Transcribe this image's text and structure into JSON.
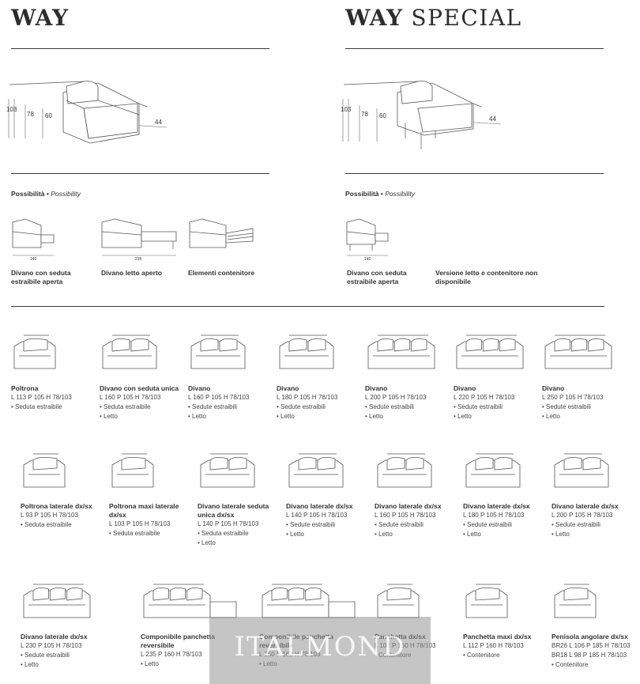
{
  "left": {
    "title_bold": "WAY",
    "dims": {
      "h_total": "103",
      "h_back": "78",
      "h_arm": "60",
      "h_seat": "44"
    },
    "possibility": {
      "it": "Possibilità",
      "sep": " • ",
      "en": "Possibility"
    },
    "options": [
      {
        "label": "Divano con seduta estraibile aperta",
        "measure": "140"
      },
      {
        "label": "Divano letto aperto",
        "measure": "235"
      },
      {
        "label": "Elementi contenitore",
        "measure": ""
      }
    ]
  },
  "right": {
    "title_bold": "WAY",
    "title_light": " SPECIAL",
    "dims": {
      "h_total": "103",
      "h_back": "78",
      "h_arm": "60",
      "h_seat": "44"
    },
    "possibility": {
      "it": "Possibilità",
      "sep": " • ",
      "en": "Possibility"
    },
    "options": [
      {
        "label": "Divano con seduta estraibile aperta",
        "measure": "140"
      },
      {
        "label": "Versione letto e contenitore non disponibile",
        "measure": ""
      }
    ]
  },
  "rows": [
    [
      {
        "name": "Poltrona",
        "dims": "L 113 P 105 H 78/103",
        "features": [
          "Seduta estraibile"
        ],
        "seats": 1
      },
      {
        "name": "Divano con seduta unica",
        "dims": "L 160 P 105 H 78/103",
        "features": [
          "Seduta estraibile",
          "Letto"
        ],
        "seats": 2
      },
      {
        "name": "Divano",
        "dims": "L 160 P 105 H 78/103",
        "features": [
          "Sedute estraibili",
          "Letto"
        ],
        "seats": 2
      },
      {
        "name": "Divano",
        "dims": "L 180 P 105 H 78/103",
        "features": [
          "Sedute estraibili",
          "Letto"
        ],
        "seats": 2
      },
      {
        "name": "Divano",
        "dims": "L 200 P 105 H 78/103",
        "features": [
          "Sedute estraibili",
          "Letto"
        ],
        "seats": 3
      },
      {
        "name": "Divano",
        "dims": "L 220 P 105 H 78/103",
        "features": [
          "Sedute estraibili",
          "Letto"
        ],
        "seats": 3
      },
      {
        "name": "Divano",
        "dims": "L 250 P 105 H 78/103",
        "features": [
          "Sedute estraibili",
          "Letto"
        ],
        "seats": 3
      }
    ],
    [
      {
        "name": "Poltrona laterale dx/sx",
        "dims": "L 93 P 105 H 78/103",
        "features": [
          "Seduta estraibile"
        ],
        "seats": 1
      },
      {
        "name": "Poltrona maxi laterale dx/sx",
        "dims": "L 103 P 105 H 78/103",
        "features": [
          "Seduta estraibile"
        ],
        "seats": 1
      },
      {
        "name": "Divano laterale seduta unica dx/sx",
        "dims": "L 140 P 105 H 78/103",
        "features": [
          "Seduta estraibile",
          "Letto"
        ],
        "seats": 2
      },
      {
        "name": "Divano laterale dx/sx",
        "dims": "L 140 P 105 H 78/103",
        "features": [
          "Sedute estraibili",
          "Letto"
        ],
        "seats": 2
      },
      {
        "name": "Divano laterale dx/sx",
        "dims": "L 160 P 105 H 78/103",
        "features": [
          "Sedute estraibili",
          "Letto"
        ],
        "seats": 2
      },
      {
        "name": "Divano laterale dx/sx",
        "dims": "L 180 P 105 H 78/103",
        "features": [
          "Sedute estraibili",
          "Letto"
        ],
        "seats": 2
      },
      {
        "name": "Divano laterale dx/sx",
        "dims": "L 200 P 105 H 78/103",
        "features": [
          "Sedute estraibili",
          "Letto"
        ],
        "seats": 2
      }
    ],
    [
      {
        "name": "Divano laterale dx/sx",
        "dims": "L 230 P 105 H 78/103",
        "features": [
          "Sedute estraibili",
          "Letto"
        ],
        "seats": 3
      },
      {
        "name": "Componibile panchetta reversibile",
        "dims": "L 235 P 160 H 78/103",
        "features": [
          "Letto"
        ],
        "seats": 3
      },
      {
        "name": "Componibile panchetta reversibile",
        "dims": "L 250 P 160 H 78/103",
        "features": [
          "Letto"
        ],
        "seats": 3
      },
      {
        "name": "Panchetta dx/sx",
        "dims": "L 102 P 160 H 78/103",
        "features": [
          "Contenitore"
        ],
        "seats": 1
      },
      {
        "name": "Panchetta maxi dx/sx",
        "dims": "L 112 P 160 H 78/103",
        "features": [
          "Contenitore"
        ],
        "seats": 1
      },
      {
        "name": "Penisola angolare dx/sx",
        "dims": "BR26 L 106 P 185 H 78/103",
        "dims2": "BR18 L 98 P 185 H 78/103",
        "features": [
          "Contenitore"
        ],
        "seats": 1
      }
    ]
  ],
  "watermark": "ITALMOND"
}
